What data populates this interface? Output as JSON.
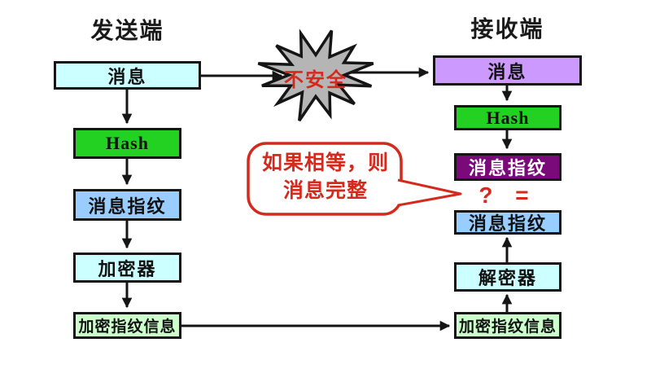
{
  "sender": {
    "heading": "发送端",
    "boxes": [
      {
        "label": "消息"
      },
      {
        "label": "Hash"
      },
      {
        "label": "消息指纹"
      },
      {
        "label": "加密器"
      },
      {
        "label": "加密指纹信息"
      }
    ]
  },
  "receiver": {
    "heading": "接收端",
    "boxes": [
      {
        "label": "消息"
      },
      {
        "label": "Hash"
      },
      {
        "label": "消息指纹"
      },
      {
        "label": "消息指纹"
      },
      {
        "label": "解密器"
      },
      {
        "label": "加密指纹信息"
      }
    ]
  },
  "channel": {
    "starburst_label": "不安全"
  },
  "comparison": {
    "operator": "? ="
  },
  "callout": {
    "line1": "如果相等，则",
    "line2": "消息完整"
  },
  "colors": {
    "box_cyan": "#ccffff",
    "box_green": "#22d122",
    "box_blue": "#99ccff",
    "box_light_green": "#ccffcc",
    "box_lavender": "#cc99ff",
    "box_dark_purple": "#7a0a7a",
    "starburst_gray": "#b5b5b5",
    "accent_red": "#d42a1e",
    "stroke_black": "#151515"
  }
}
